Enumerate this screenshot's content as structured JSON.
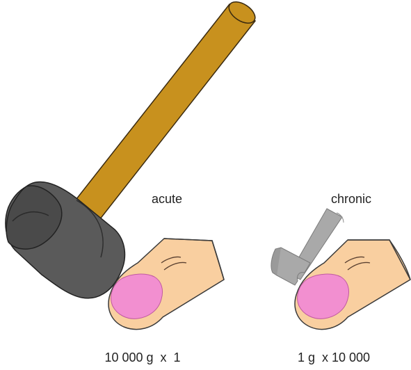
{
  "left_panel": {
    "label": "acute",
    "formula": "10 000 g  x  1"
  },
  "right_panel": {
    "label": "chronic",
    "formula": "1 g  x 10 000"
  },
  "colors": {
    "big_hammer_head": "#5a5a5a",
    "big_hammer_handle": "#c8911e",
    "small_hammer": "#a9a9a9",
    "skin": "#f9cfa0",
    "nail": "#f28fd0",
    "outline": "#3a3a3a"
  },
  "icons": [
    "mallet-icon",
    "small-hammer-icon",
    "finger-icon"
  ]
}
